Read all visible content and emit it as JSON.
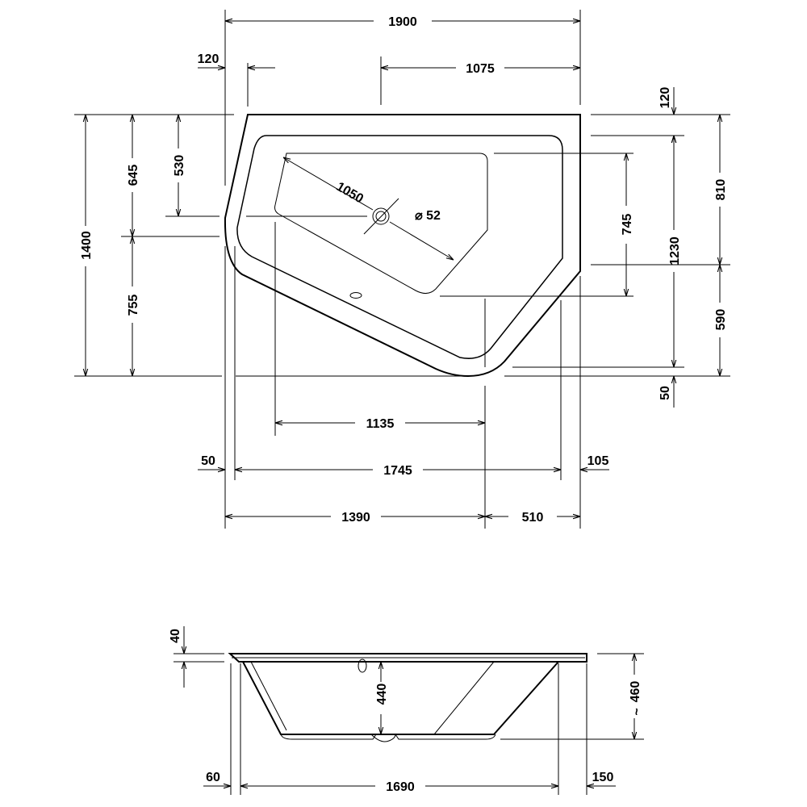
{
  "plan_view": {
    "overall_length": "1900",
    "left_offset": "120",
    "drain_from_right": "1075",
    "top_right_offset": "120",
    "overall_width": "1400",
    "rim_to_inner_top": "645",
    "rim_to_drain": "530",
    "inner_lower_depth": "755",
    "inner_length_diagonal": "1050",
    "drain_diameter": "⌀ 52",
    "inner_right_height": "745",
    "right_inner_depth": "1230",
    "right_upper_depth": "810",
    "right_lower_depth": "590",
    "bottom_right_offset": "50",
    "inner_floor_length": "1135",
    "left_margin": "50",
    "inner_length": "1745",
    "right_margin": "105",
    "long_side": "1390",
    "short_side": "510"
  },
  "side_view": {
    "rim_thickness": "40",
    "inner_depth": "440",
    "overall_height": "460",
    "approx_symbol": "~",
    "left_margin": "60",
    "base_length": "1690",
    "right_margin": "150"
  }
}
